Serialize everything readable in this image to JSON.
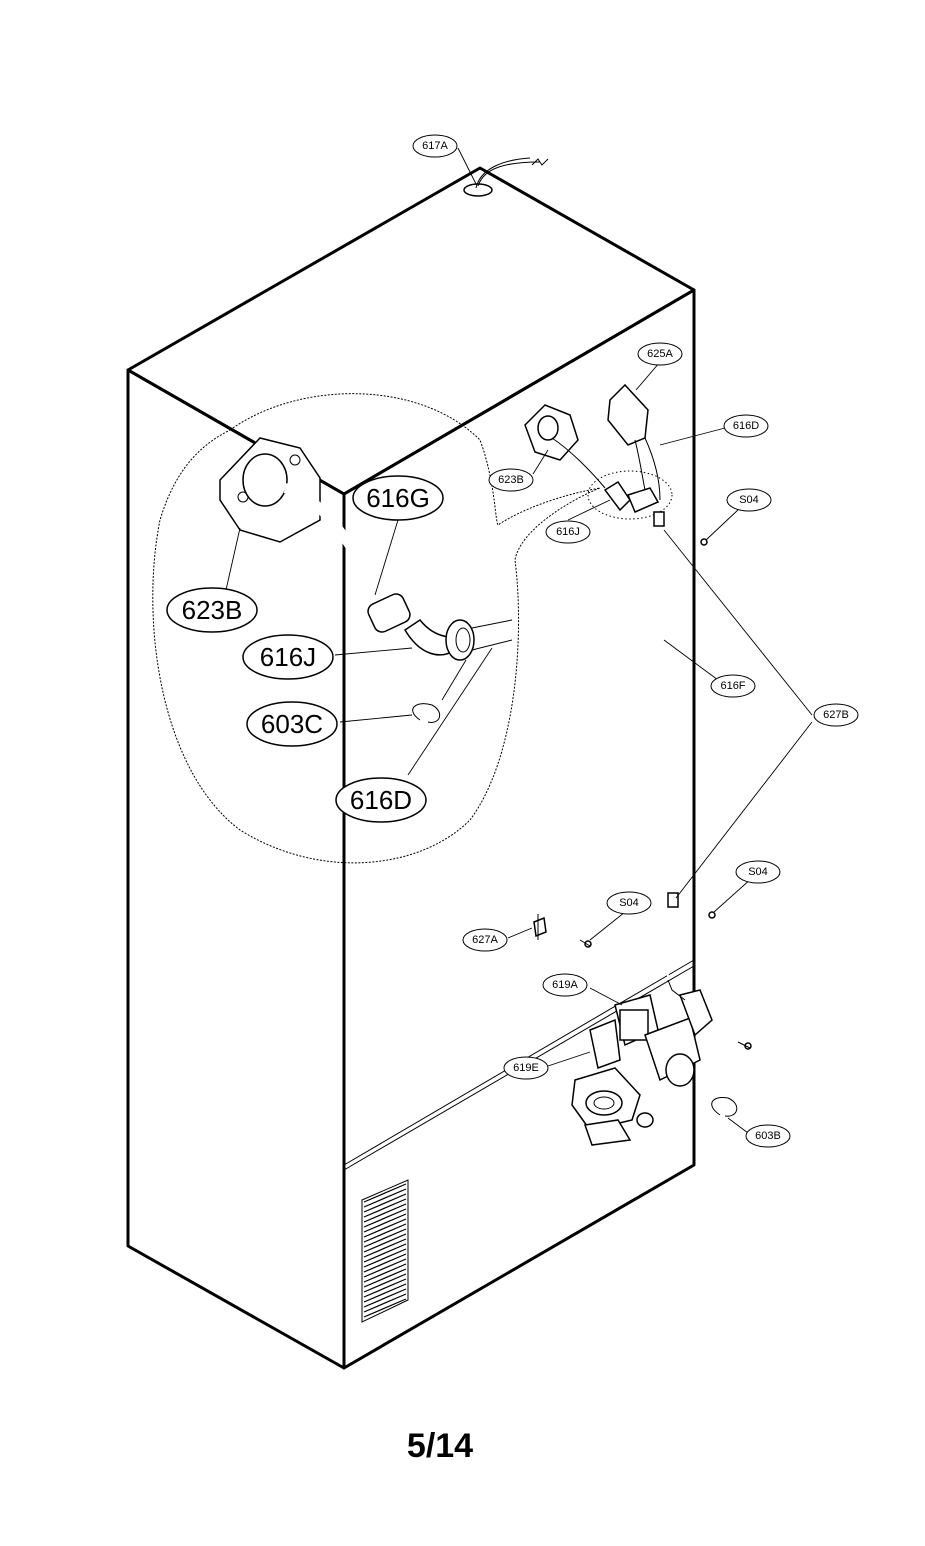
{
  "callouts": {
    "c617A": "617A",
    "c625A": "625A",
    "c616D_small": "616D",
    "c623B_small": "623B",
    "c616J_small": "616J",
    "c S04_top": "S04",
    "c616F": "616F",
    "c627B": "627B",
    "cS04_mid": "S04",
    "cS04_left": "S04",
    "c627A": "627A",
    "c619A": "619A",
    "c619E": "619E",
    "c603B": "603B"
  },
  "detail_callouts": {
    "d616G": "616G",
    "d623B": "623B",
    "d616J": "616J",
    "d603C": "603C",
    "d616D": "616D"
  },
  "page_number": "5/14"
}
